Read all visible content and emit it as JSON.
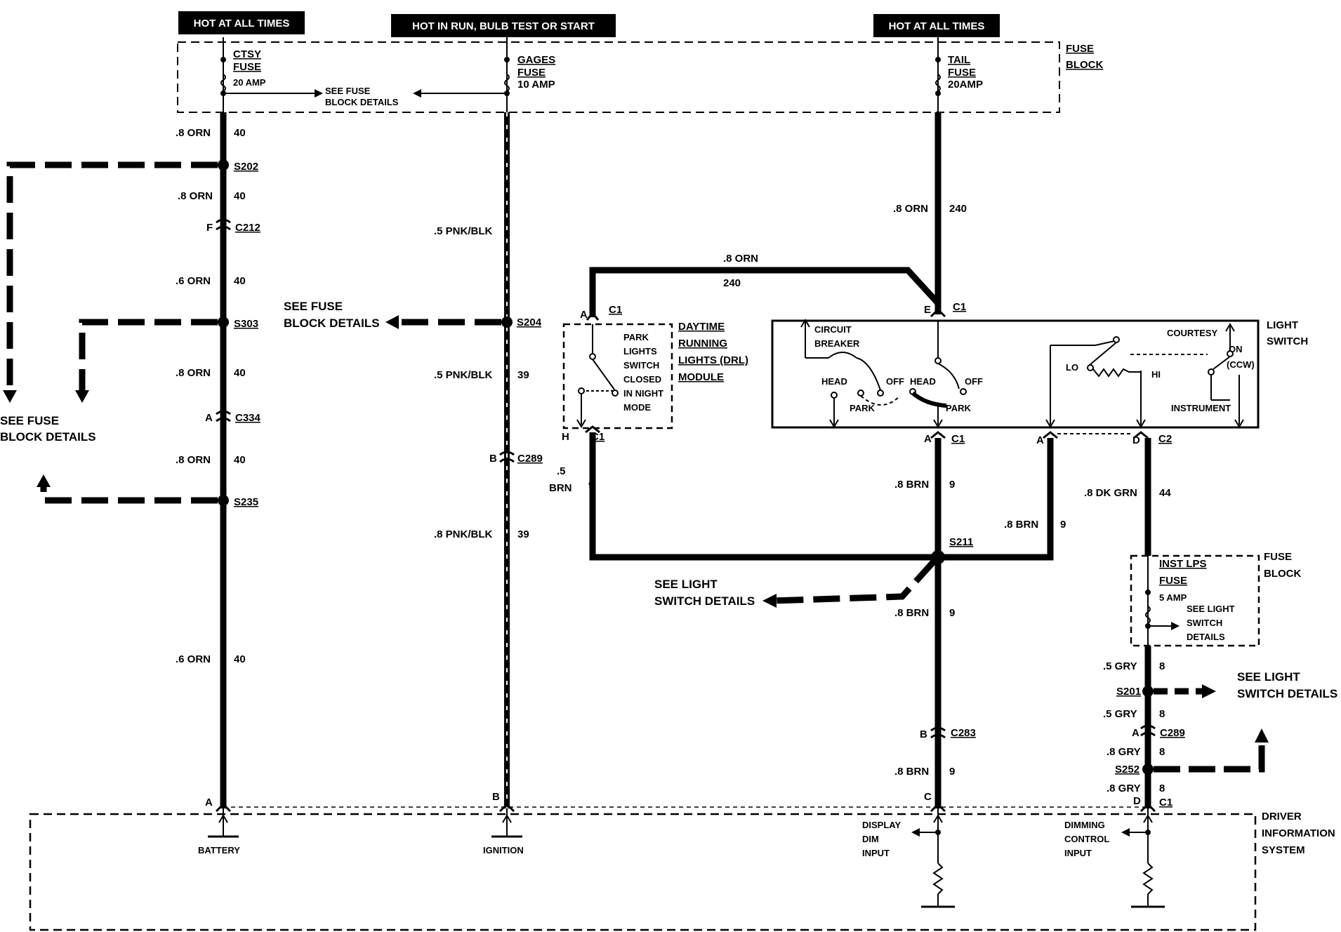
{
  "banners": {
    "hot1": "HOT AT ALL TIMES",
    "run": "HOT IN RUN, BULB TEST OR START",
    "hot2": "HOT AT ALL TIMES"
  },
  "fuse_block": {
    "label1": "FUSE",
    "label2": "BLOCK",
    "ctsy1": "CTSY",
    "ctsy2": "FUSE",
    "ctsy_amp": "20 AMP",
    "gages1": "GAGES",
    "gages2": "FUSE",
    "gages_amp": "10 AMP",
    "tail1": "TAIL",
    "tail2": "FUSE",
    "tail_amp": "20AMP",
    "see1": "SEE FUSE",
    "see2": "BLOCK DETAILS"
  },
  "wire_labels": {
    "orn": ".8 ORN",
    "orn6": ".6 ORN",
    "n40": "40",
    "pnk5": ".5 PNK/BLK",
    "pnk8": ".8 PNK/BLK",
    "n39": "39",
    "n240": "240",
    "brn8": ".8 BRN",
    "brn5a": ".5",
    "brn5b": "BRN",
    "n9": "9",
    "dkgrn": ".8 DK GRN",
    "n44": "44",
    "gry5": ".5 GRY",
    "gry8": ".8 GRY",
    "n8": "8"
  },
  "splices": {
    "s202": "S202",
    "s303": "S303",
    "s235": "S235",
    "s204": "S204",
    "s211": "S211",
    "s201": "S201",
    "s252": "S252"
  },
  "connectors": {
    "c212": "C212",
    "c334": "C334",
    "c289": "C289",
    "c283": "C283",
    "c1": "C1",
    "c2": "C2",
    "pin_f": "F",
    "pin_a": "A",
    "pin_b": "B",
    "pin_c": "C",
    "pin_d": "D",
    "pin_e": "E",
    "pin_h": "H"
  },
  "see_details": {
    "fuse1": "SEE FUSE",
    "fuse2": "BLOCK DETAILS",
    "light1": "SEE LIGHT",
    "light2": "SWITCH DETAILS",
    "small1": "SEE LIGHT",
    "small2": "SWITCH",
    "small3": "DETAILS"
  },
  "drl": {
    "title1": "DAYTIME",
    "title2": "RUNNING",
    "title3": "LIGHTS (DRL)",
    "title4": "MODULE",
    "note": [
      "PARK",
      "LIGHTS",
      "SWITCH",
      "CLOSED",
      "IN NIGHT",
      "MODE"
    ]
  },
  "light_switch": {
    "label1": "LIGHT",
    "label2": "SWITCH",
    "circuit1": "CIRCUIT",
    "circuit2": "BREAKER",
    "head": "HEAD",
    "off": "OFF",
    "park": "PARK",
    "lo": "LO",
    "hi": "HI",
    "courtesy": "COURTESY",
    "on": "ON",
    "ccw": "(CCW)",
    "instrument": "INSTRUMENT"
  },
  "inst_fuse": {
    "name1": "INST LPS",
    "name2": "FUSE",
    "amp": "5 AMP",
    "label1": "FUSE",
    "label2": "BLOCK"
  },
  "dis": {
    "label1": "DRIVER",
    "label2": "INFORMATION",
    "label3": "SYSTEM",
    "battery": "BATTERY",
    "ignition": "IGNITION",
    "disp1": "DISPLAY",
    "disp2": "DIM",
    "disp3": "INPUT",
    "dim1": "DIMMING",
    "dim2": "CONTROL",
    "dim3": "INPUT"
  },
  "colors": {
    "ink": "#000000",
    "paper": "#ffffff"
  }
}
